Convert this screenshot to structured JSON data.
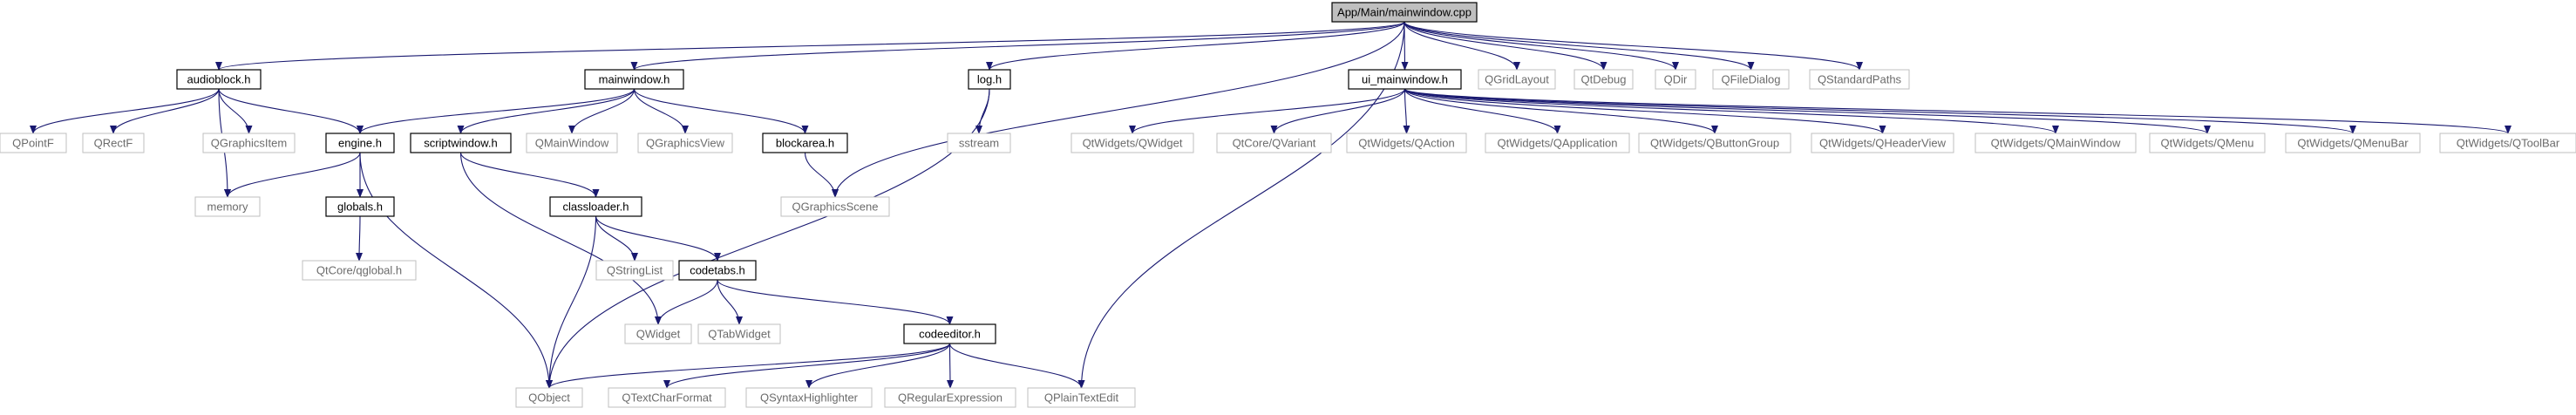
{
  "title": "App/Main/mainwindow.cpp",
  "colors": {
    "edge": "#191970",
    "root_fill": "#bfbfbf",
    "project_border": "#000000",
    "external_border": "#bfbfbf",
    "external_text": "#6b6b6b"
  },
  "nodes": [
    {
      "id": "root",
      "label": "App/Main/mainwindow.cpp",
      "kind": "root"
    },
    {
      "id": "audioblock",
      "label": "audioblock.h",
      "kind": "project"
    },
    {
      "id": "mainwindow",
      "label": "mainwindow.h",
      "kind": "project"
    },
    {
      "id": "log",
      "label": "log.h",
      "kind": "project"
    },
    {
      "id": "ui_mainwindow",
      "label": "ui_mainwindow.h",
      "kind": "project"
    },
    {
      "id": "QGridLayout",
      "label": "QGridLayout",
      "kind": "external"
    },
    {
      "id": "QtDebug",
      "label": "QtDebug",
      "kind": "external"
    },
    {
      "id": "QDir",
      "label": "QDir",
      "kind": "external"
    },
    {
      "id": "QFileDialog",
      "label": "QFileDialog",
      "kind": "external"
    },
    {
      "id": "QStandardPaths",
      "label": "QStandardPaths",
      "kind": "external"
    },
    {
      "id": "QPointF",
      "label": "QPointF",
      "kind": "external"
    },
    {
      "id": "QRectF",
      "label": "QRectF",
      "kind": "external"
    },
    {
      "id": "QGraphicsItem",
      "label": "QGraphicsItem",
      "kind": "external"
    },
    {
      "id": "engine",
      "label": "engine.h",
      "kind": "project"
    },
    {
      "id": "scriptwindow",
      "label": "scriptwindow.h",
      "kind": "project"
    },
    {
      "id": "QMainWindow",
      "label": "QMainWindow",
      "kind": "external"
    },
    {
      "id": "QGraphicsView",
      "label": "QGraphicsView",
      "kind": "external"
    },
    {
      "id": "blockarea",
      "label": "blockarea.h",
      "kind": "project"
    },
    {
      "id": "sstream",
      "label": "sstream",
      "kind": "external"
    },
    {
      "id": "QtWidgets_QWidget",
      "label": "QtWidgets/QWidget",
      "kind": "external"
    },
    {
      "id": "QtCore_QVariant",
      "label": "QtCore/QVariant",
      "kind": "external"
    },
    {
      "id": "QtWidgets_QAction",
      "label": "QtWidgets/QAction",
      "kind": "external"
    },
    {
      "id": "QtWidgets_QApplication",
      "label": "QtWidgets/QApplication",
      "kind": "external"
    },
    {
      "id": "QtWidgets_QButtonGroup",
      "label": "QtWidgets/QButtonGroup",
      "kind": "external"
    },
    {
      "id": "QtWidgets_QHeaderView",
      "label": "QtWidgets/QHeaderView",
      "kind": "external"
    },
    {
      "id": "QtWidgets_QMainWindow",
      "label": "QtWidgets/QMainWindow",
      "kind": "external"
    },
    {
      "id": "QtWidgets_QMenu",
      "label": "QtWidgets/QMenu",
      "kind": "external"
    },
    {
      "id": "QtWidgets_QMenuBar",
      "label": "QtWidgets/QMenuBar",
      "kind": "external"
    },
    {
      "id": "QtWidgets_QToolBar",
      "label": "QtWidgets/QToolBar",
      "kind": "external"
    },
    {
      "id": "memory",
      "label": "memory",
      "kind": "external"
    },
    {
      "id": "globals",
      "label": "globals.h",
      "kind": "project"
    },
    {
      "id": "classloader",
      "label": "classloader.h",
      "kind": "project"
    },
    {
      "id": "QGraphicsScene",
      "label": "QGraphicsScene",
      "kind": "external"
    },
    {
      "id": "QtCore_qglobal",
      "label": "QtCore/qglobal.h",
      "kind": "external"
    },
    {
      "id": "QStringList",
      "label": "QStringList",
      "kind": "external"
    },
    {
      "id": "codetabs",
      "label": "codetabs.h",
      "kind": "project"
    },
    {
      "id": "QWidget",
      "label": "QWidget",
      "kind": "external"
    },
    {
      "id": "QTabWidget",
      "label": "QTabWidget",
      "kind": "external"
    },
    {
      "id": "codeeditor",
      "label": "codeeditor.h",
      "kind": "project"
    },
    {
      "id": "QObject",
      "label": "QObject",
      "kind": "external"
    },
    {
      "id": "QTextCharFormat",
      "label": "QTextCharFormat",
      "kind": "external"
    },
    {
      "id": "QSyntaxHighlighter",
      "label": "QSyntaxHighlighter",
      "kind": "external"
    },
    {
      "id": "QRegularExpression",
      "label": "QRegularExpression",
      "kind": "external"
    },
    {
      "id": "QPlainTextEdit",
      "label": "QPlainTextEdit",
      "kind": "external"
    }
  ],
  "edges": [
    [
      "root",
      "audioblock"
    ],
    [
      "root",
      "mainwindow"
    ],
    [
      "root",
      "log"
    ],
    [
      "root",
      "ui_mainwindow"
    ],
    [
      "root",
      "QGridLayout"
    ],
    [
      "root",
      "QtDebug"
    ],
    [
      "root",
      "QDir"
    ],
    [
      "root",
      "QFileDialog"
    ],
    [
      "root",
      "QStandardPaths"
    ],
    [
      "root",
      "QGraphicsScene"
    ],
    [
      "root",
      "QPlainTextEdit"
    ],
    [
      "audioblock",
      "QPointF"
    ],
    [
      "audioblock",
      "QRectF"
    ],
    [
      "audioblock",
      "QGraphicsItem"
    ],
    [
      "audioblock",
      "engine"
    ],
    [
      "audioblock",
      "memory"
    ],
    [
      "mainwindow",
      "engine"
    ],
    [
      "mainwindow",
      "scriptwindow"
    ],
    [
      "mainwindow",
      "QMainWindow"
    ],
    [
      "mainwindow",
      "QGraphicsView"
    ],
    [
      "mainwindow",
      "blockarea"
    ],
    [
      "log",
      "sstream"
    ],
    [
      "log",
      "QObject"
    ],
    [
      "ui_mainwindow",
      "QtWidgets_QWidget"
    ],
    [
      "ui_mainwindow",
      "QtCore_QVariant"
    ],
    [
      "ui_mainwindow",
      "QtWidgets_QAction"
    ],
    [
      "ui_mainwindow",
      "QtWidgets_QApplication"
    ],
    [
      "ui_mainwindow",
      "QtWidgets_QButtonGroup"
    ],
    [
      "ui_mainwindow",
      "QtWidgets_QHeaderView"
    ],
    [
      "ui_mainwindow",
      "QtWidgets_QMainWindow"
    ],
    [
      "ui_mainwindow",
      "QtWidgets_QMenu"
    ],
    [
      "ui_mainwindow",
      "QtWidgets_QMenuBar"
    ],
    [
      "ui_mainwindow",
      "QtWidgets_QToolBar"
    ],
    [
      "engine",
      "memory"
    ],
    [
      "engine",
      "globals"
    ],
    [
      "engine",
      "QObject"
    ],
    [
      "globals",
      "QtCore_qglobal"
    ],
    [
      "scriptwindow",
      "classloader"
    ],
    [
      "scriptwindow",
      "QWidget"
    ],
    [
      "blockarea",
      "QGraphicsScene"
    ],
    [
      "classloader",
      "QStringList"
    ],
    [
      "classloader",
      "codetabs"
    ],
    [
      "classloader",
      "QObject"
    ],
    [
      "codetabs",
      "QWidget"
    ],
    [
      "codetabs",
      "QTabWidget"
    ],
    [
      "codetabs",
      "codeeditor"
    ],
    [
      "codeeditor",
      "QObject"
    ],
    [
      "codeeditor",
      "QTextCharFormat"
    ],
    [
      "codeeditor",
      "QSyntaxHighlighter"
    ],
    [
      "codeeditor",
      "QRegularExpression"
    ],
    [
      "codeeditor",
      "QPlainTextEdit"
    ]
  ]
}
